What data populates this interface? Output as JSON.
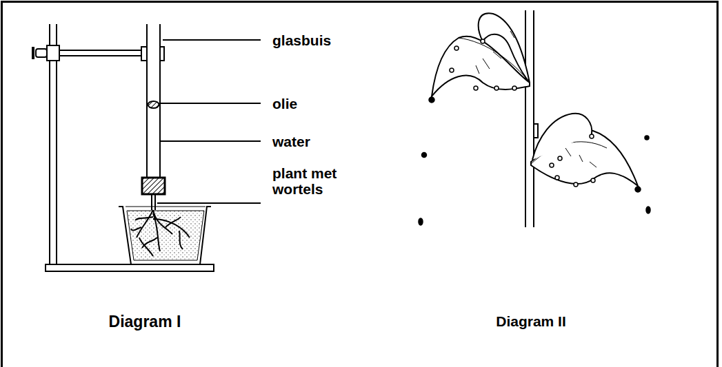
{
  "diagram": {
    "labels": [
      "glasbuis",
      "olie",
      "water",
      "plant met wortels",
      "Diagram I",
      "Diagram II"
    ]
  }
}
